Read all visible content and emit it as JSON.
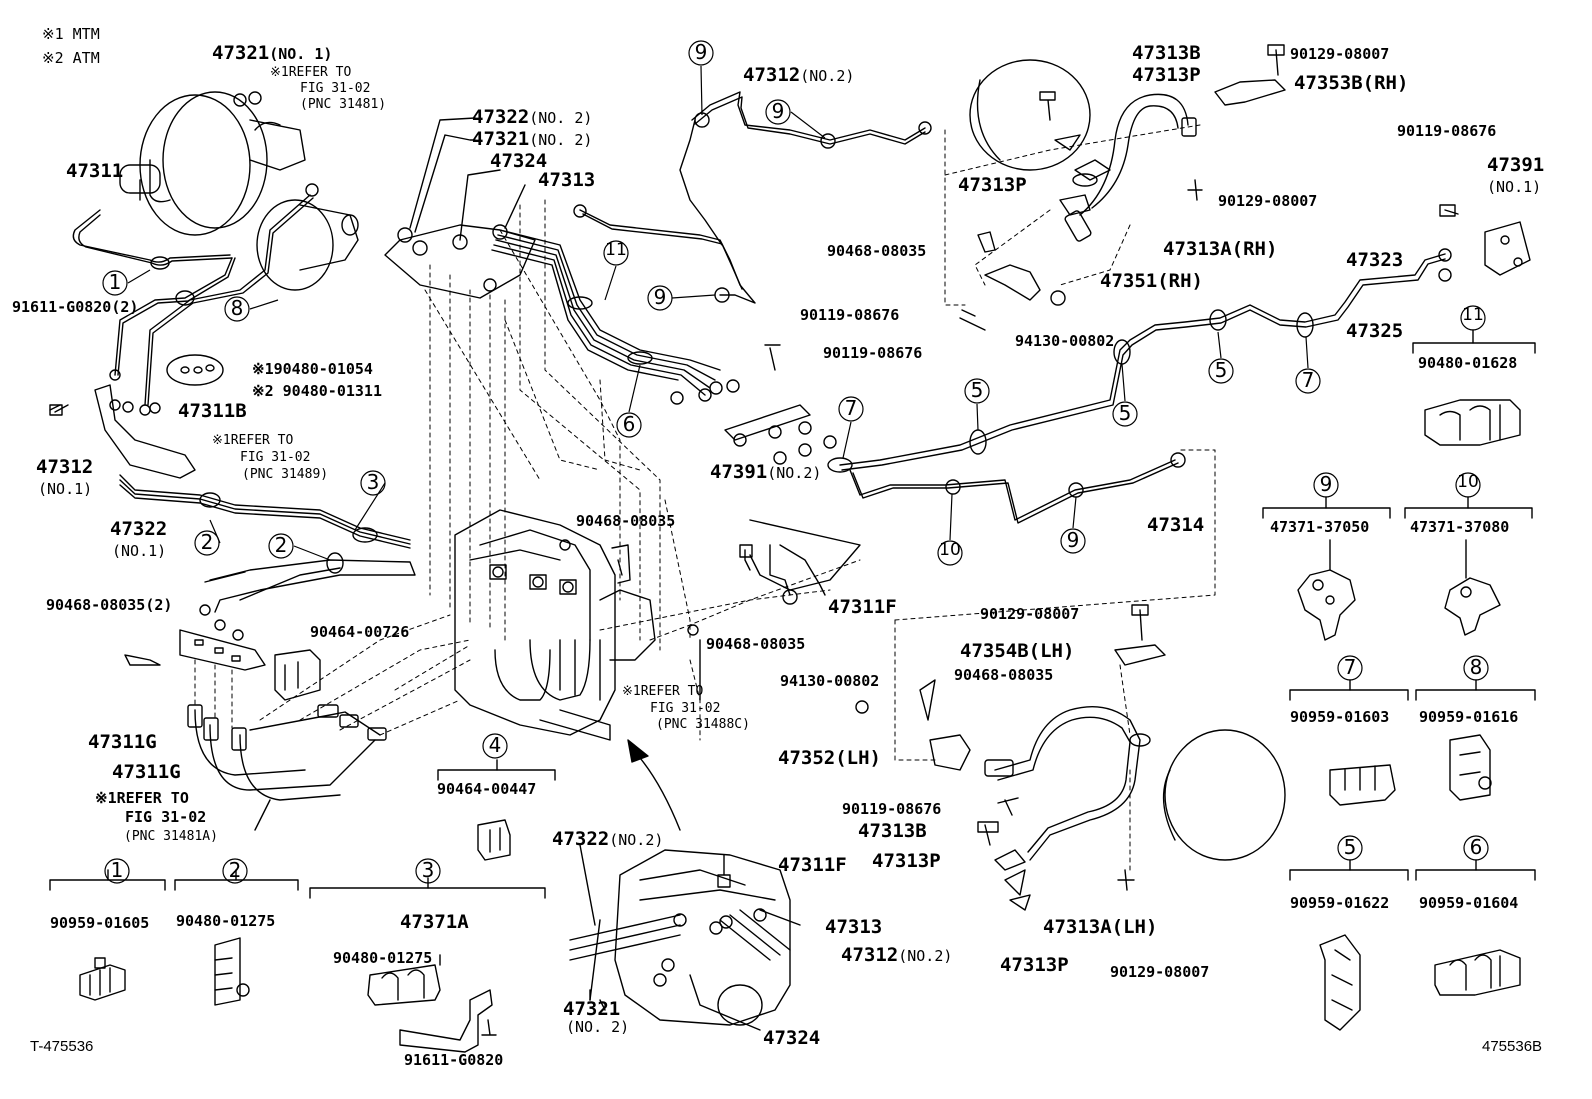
{
  "notes": {
    "mtm": "※1 MTM",
    "atm": "※2 ATM"
  },
  "footer": {
    "left_code": "T-475536",
    "right_code": "475536B"
  },
  "labels": [
    {
      "id": "p47321_no1",
      "text": "47321",
      "suffix": "(NO. 1)"
    },
    {
      "id": "ref1",
      "text": "※1REFER TO"
    },
    {
      "id": "ref1_fig",
      "text": "FIG 31-02"
    },
    {
      "id": "ref1_pnc",
      "text": "(PNC 31481)"
    },
    {
      "id": "p47311",
      "text": "47311"
    },
    {
      "id": "p91611_g0820_2",
      "text": "91611-G0820(2)"
    },
    {
      "id": "p90480_01054",
      "text": "※190480-01054"
    },
    {
      "id": "p90480_01311",
      "text": "※2 90480-01311"
    },
    {
      "id": "p47311b",
      "text": "47311B"
    },
    {
      "id": "ref2",
      "text": "※1REFER TO"
    },
    {
      "id": "ref2_fig",
      "text": "FIG 31-02"
    },
    {
      "id": "ref2_pnc",
      "text": "(PNC 31489)"
    },
    {
      "id": "p47312_no1",
      "text": "47312"
    },
    {
      "id": "p47312_no1_s",
      "text": "(NO.1)"
    },
    {
      "id": "p47322_no1",
      "text": "47322"
    },
    {
      "id": "p47322_no1_s",
      "text": "(NO.1)"
    },
    {
      "id": "p90468_08035_2",
      "text": "90468-08035(2)"
    },
    {
      "id": "p90464_00726",
      "text": "90464-00726"
    },
    {
      "id": "p47311g_a",
      "text": "47311G"
    },
    {
      "id": "p47311g_b",
      "text": "47311G"
    },
    {
      "id": "ref3",
      "text": "※1REFER TO"
    },
    {
      "id": "ref3_fig",
      "text": "FIG 31-02"
    },
    {
      "id": "ref3_pnc",
      "text": "(PNC 31481A)"
    },
    {
      "id": "p90464_00447",
      "text": "90464-00447"
    },
    {
      "id": "p90959_01605",
      "text": "90959-01605"
    },
    {
      "id": "p90480_01275",
      "text": "90480-01275"
    },
    {
      "id": "p47371a",
      "text": "47371A"
    },
    {
      "id": "p90480_01275_b",
      "text": "90480-01275"
    },
    {
      "id": "p91611_g0820",
      "text": "91611-G0820"
    },
    {
      "id": "p47322_no2",
      "text": "47322",
      "suffix": "(NO. 2)"
    },
    {
      "id": "p47321_no2",
      "text": "47321",
      "suffix": "(NO. 2)"
    },
    {
      "id": "p47324",
      "text": "47324"
    },
    {
      "id": "p47313",
      "text": "47313"
    },
    {
      "id": "p47312_no2",
      "text": "47312",
      "suffix": "(NO.2)"
    },
    {
      "id": "p90468_08035_a",
      "text": "90468-08035"
    },
    {
      "id": "p90468_08035_b",
      "text": "90468-08035"
    },
    {
      "id": "p47311f",
      "text": "47311F"
    },
    {
      "id": "ref4",
      "text": "※1REFER TO"
    },
    {
      "id": "ref4_fig",
      "text": "FIG 31-02"
    },
    {
      "id": "ref4_pnc",
      "text": "(PNC 31488C)"
    },
    {
      "id": "p47322_no2_b",
      "text": "47322",
      "suffix": "(NO.2)"
    },
    {
      "id": "p47311f_b",
      "text": "47311F"
    },
    {
      "id": "p47313_b",
      "text": "47313"
    },
    {
      "id": "p47312_no2_b",
      "text": "47312",
      "suffix": "(NO.2)"
    },
    {
      "id": "p47321_no2_b",
      "text": "47321"
    },
    {
      "id": "p47321_no2_b_s",
      "text": "(NO. 2)"
    },
    {
      "id": "p47324_b",
      "text": "47324"
    },
    {
      "id": "p47313b",
      "text": "47313B"
    },
    {
      "id": "p47313p_a",
      "text": "47313P"
    },
    {
      "id": "p90129_08007_a",
      "text": "90129-08007"
    },
    {
      "id": "p47353b",
      "text": "47353B(RH)"
    },
    {
      "id": "p47313p_b",
      "text": "47313P"
    },
    {
      "id": "p90129_08007_b",
      "text": "90129-08007"
    },
    {
      "id": "p47313a_rh",
      "text": "47313A(RH)"
    },
    {
      "id": "p90468_08035_c",
      "text": "90468-08035"
    },
    {
      "id": "p47351_rh",
      "text": "47351(RH)"
    },
    {
      "id": "p90119_08676_a",
      "text": "90119-08676"
    },
    {
      "id": "p94130_00802_a",
      "text": "94130-00802"
    },
    {
      "id": "p90119_08676_b",
      "text": "90119-08676"
    },
    {
      "id": "p47391_no2",
      "text": "47391",
      "suffix": "(NO.2)"
    },
    {
      "id": "p47314",
      "text": "47314"
    },
    {
      "id": "p90119_08676_c",
      "text": "90119-08676"
    },
    {
      "id": "p47391_no1",
      "text": "47391"
    },
    {
      "id": "p47391_no1_s",
      "text": "(NO.1)"
    },
    {
      "id": "p47323",
      "text": "47323"
    },
    {
      "id": "p47325",
      "text": "47325"
    },
    {
      "id": "p90480_01628",
      "text": "90480-01628"
    },
    {
      "id": "p47371_37050",
      "text": "47371-37050"
    },
    {
      "id": "p47371_37080",
      "text": "47371-37080"
    },
    {
      "id": "p90959_01603",
      "text": "90959-01603"
    },
    {
      "id": "p90959_01616",
      "text": "90959-01616"
    },
    {
      "id": "p90959_01622",
      "text": "90959-01622"
    },
    {
      "id": "p90959_01604",
      "text": "90959-01604"
    },
    {
      "id": "p90129_08007_c",
      "text": "90129-08007"
    },
    {
      "id": "p47354b",
      "text": "47354B(LH)"
    },
    {
      "id": "p94130_00802_b",
      "text": "94130-00802"
    },
    {
      "id": "p90468_08035_d",
      "text": "90468-08035"
    },
    {
      "id": "p47352_lh",
      "text": "47352(LH)"
    },
    {
      "id": "p90119_08676_d",
      "text": "90119-08676"
    },
    {
      "id": "p47313b_b",
      "text": "47313B"
    },
    {
      "id": "p47313p_c",
      "text": "47313P"
    },
    {
      "id": "p47313a_lh",
      "text": "47313A(LH)"
    },
    {
      "id": "p47313p_d",
      "text": "47313P"
    },
    {
      "id": "p90129_08007_d",
      "text": "90129-08007"
    }
  ],
  "callouts": [
    "1",
    "2",
    "3",
    "4",
    "5",
    "6",
    "7",
    "8",
    "9",
    "10",
    "11"
  ]
}
